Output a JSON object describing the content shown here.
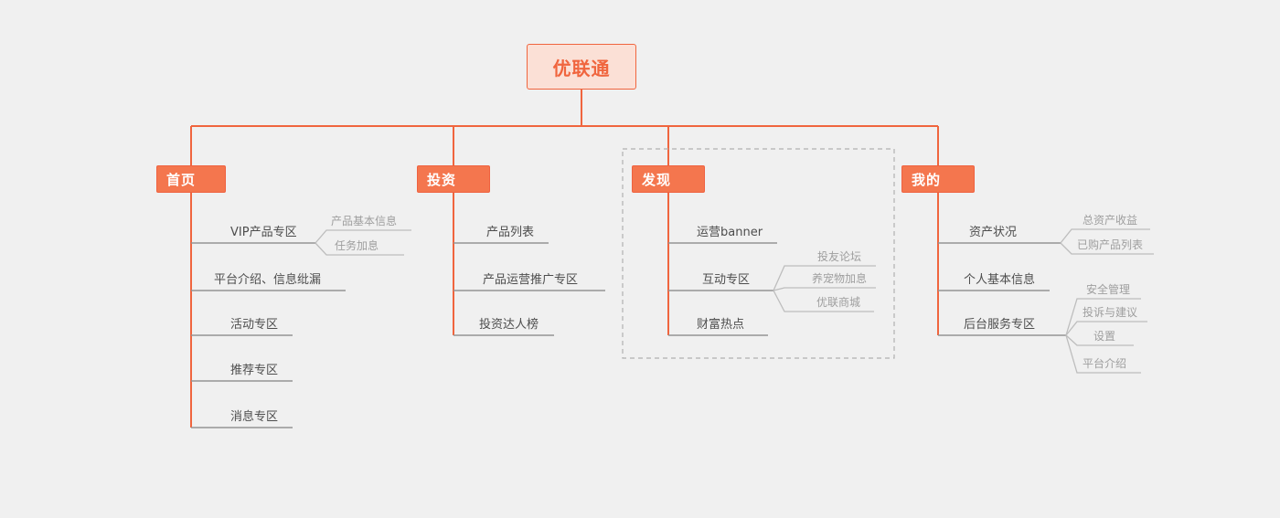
{
  "colors": {
    "background": "#f0f0f0",
    "accent_orange": "#f0653e",
    "branch_fill": "#f4764e",
    "root_fill": "#fbe0d6",
    "level2_line": "#949494",
    "level3_line": "#bdbdbd"
  },
  "root": {
    "label": "优联通"
  },
  "branches": [
    {
      "label": "首页",
      "children": [
        {
          "label": "VIP产品专区",
          "children": [
            {
              "label": "产品基本信息"
            },
            {
              "label": "任务加息"
            }
          ]
        },
        {
          "label": "平台介绍、信息纰漏"
        },
        {
          "label": "活动专区"
        },
        {
          "label": "推荐专区"
        },
        {
          "label": "消息专区"
        }
      ]
    },
    {
      "label": "投资",
      "children": [
        {
          "label": "产品列表"
        },
        {
          "label": "产品运营推广专区"
        },
        {
          "label": "投资达人榜"
        }
      ]
    },
    {
      "label": "发现",
      "children": [
        {
          "label": "运营banner"
        },
        {
          "label": "互动专区",
          "children": [
            {
              "label": "投友论坛"
            },
            {
              "label": "养宠物加息"
            },
            {
              "label": "优联商城"
            }
          ]
        },
        {
          "label": "财富热点"
        }
      ]
    },
    {
      "label": "我的",
      "children": [
        {
          "label": "资产状况",
          "children": [
            {
              "label": "总资产收益"
            },
            {
              "label": "已购产品列表"
            }
          ]
        },
        {
          "label": "个人基本信息"
        },
        {
          "label": "后台服务专区",
          "children": [
            {
              "label": "安全管理"
            },
            {
              "label": "投诉与建议"
            },
            {
              "label": "设置"
            },
            {
              "label": "平台介绍"
            }
          ]
        }
      ]
    }
  ]
}
